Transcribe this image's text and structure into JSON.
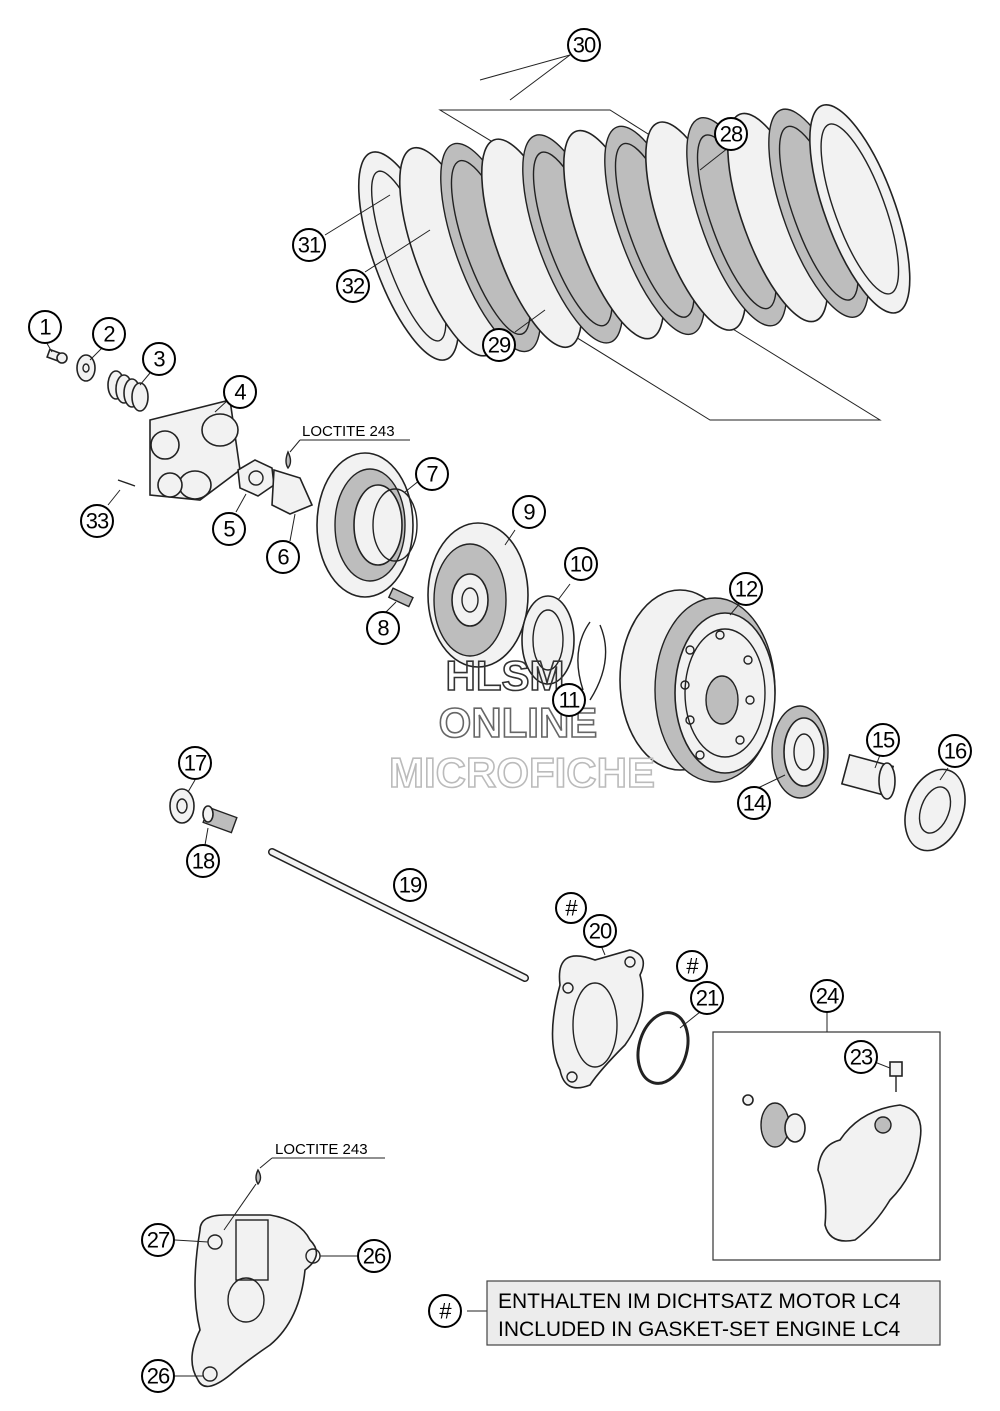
{
  "watermark": {
    "line1": "HLSM",
    "line2": "ONLINE",
    "line3": "MICROFICHE"
  },
  "notes": {
    "loctite_1": "LOCTITE 243",
    "loctite_2": "LOCTITE 243"
  },
  "legend": {
    "symbol": "#",
    "line1": "ENTHALTEN IM DICHTSATZ MOTOR LC4",
    "line2": "INCLUDED IN GASKET-SET ENGINE LC4"
  },
  "gasket_markers": {
    "m20": "#",
    "m21": "#"
  },
  "callouts": {
    "c1": "1",
    "c2": "2",
    "c3": "3",
    "c4": "4",
    "c5": "5",
    "c6": "6",
    "c7": "7",
    "c8": "8",
    "c9": "9",
    "c10": "10",
    "c11": "11",
    "c12": "12",
    "c14": "14",
    "c15": "15",
    "c16": "16",
    "c17": "17",
    "c18": "18",
    "c19": "19",
    "c20": "20",
    "c21": "21",
    "c23": "23",
    "c24": "24",
    "c26a": "26",
    "c26b": "26",
    "c27": "27",
    "c28": "28",
    "c29": "29",
    "c30": "30",
    "c31": "31",
    "c32": "32",
    "c33": "33"
  }
}
